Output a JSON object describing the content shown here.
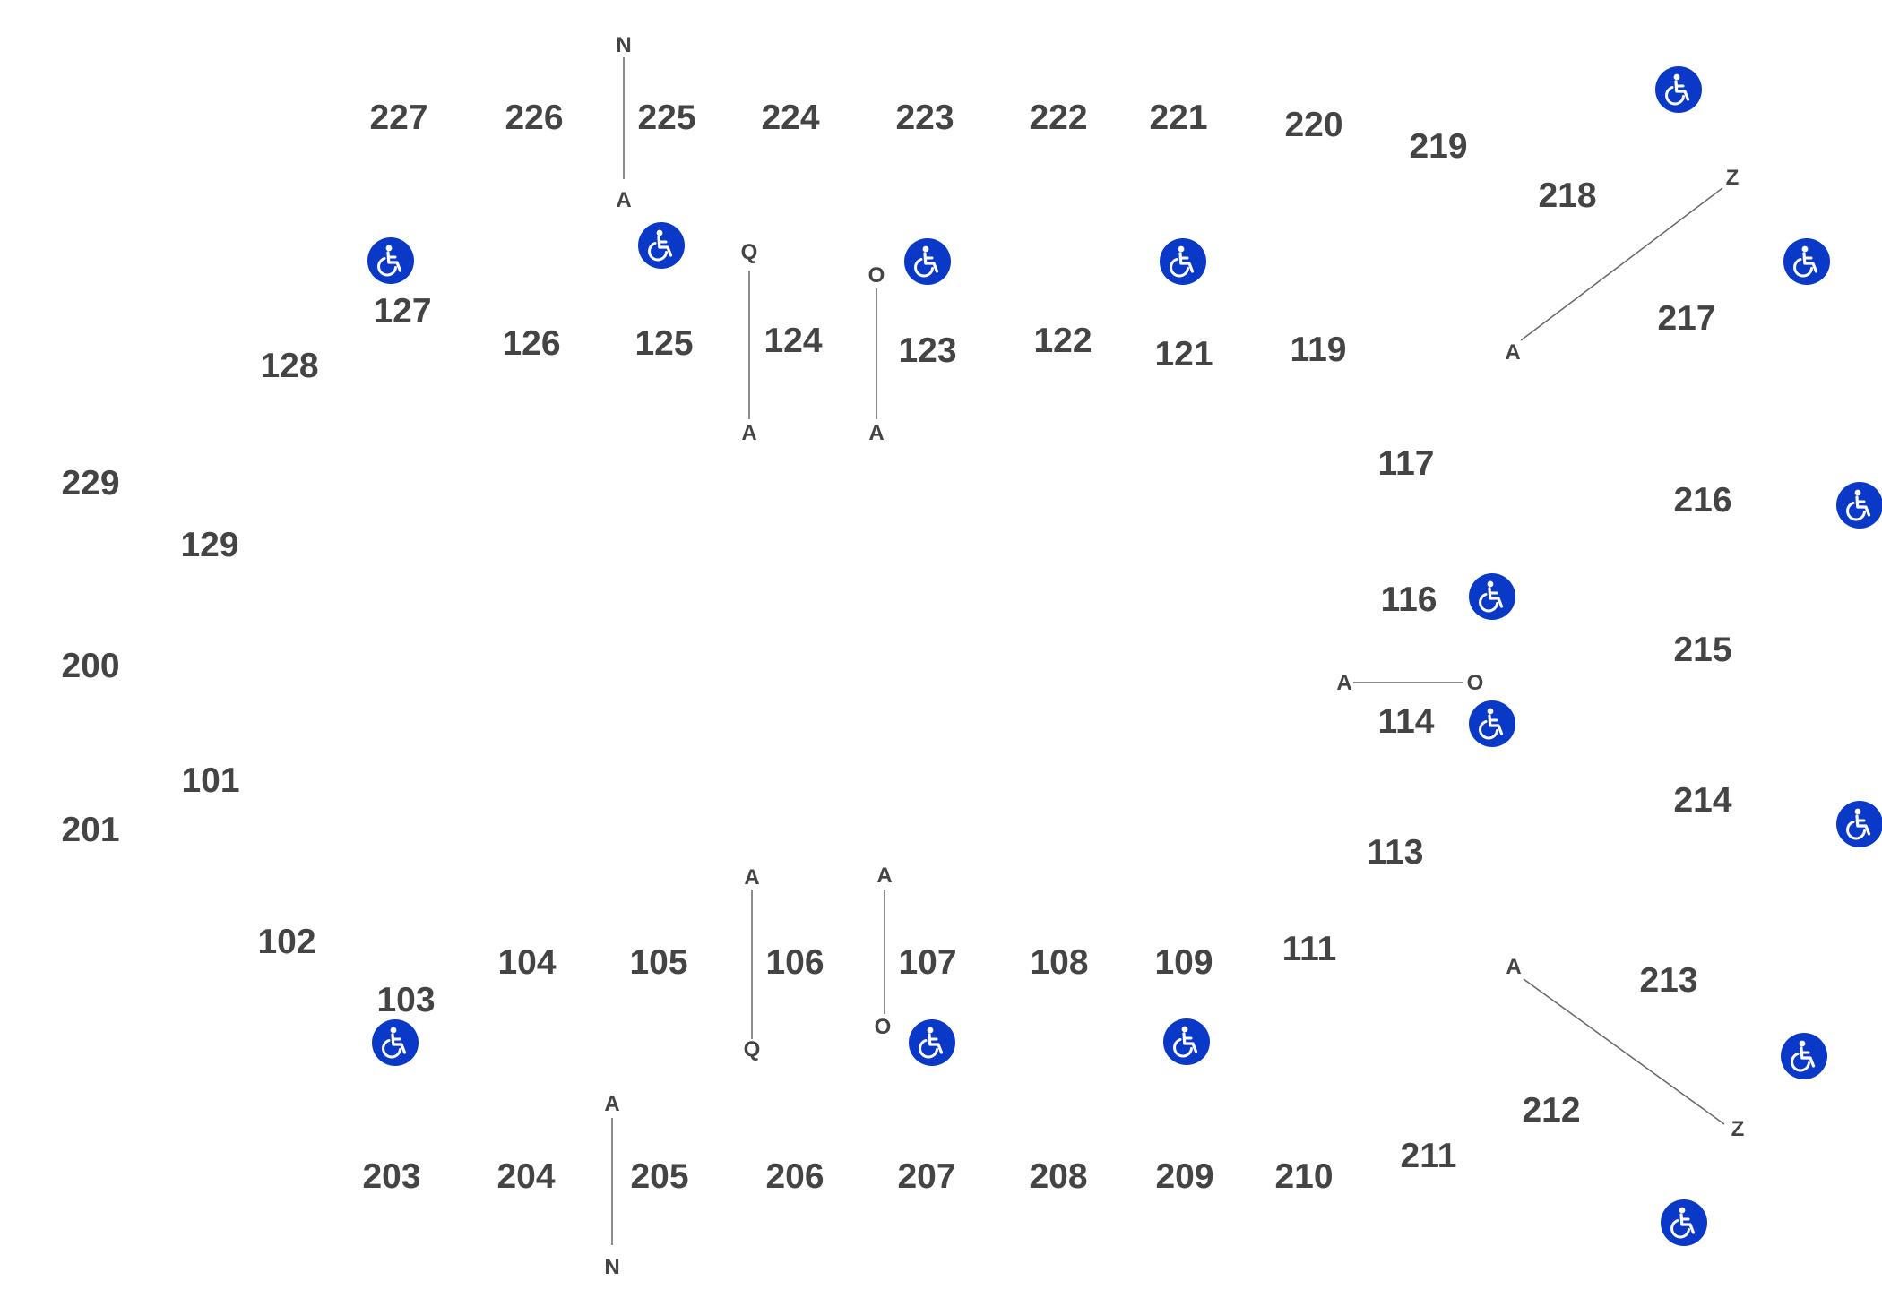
{
  "map": {
    "accessible_icon": "wheelchair-icon",
    "colors": {
      "text": "#444444",
      "accessible": "#0a39c8",
      "line": "#666666"
    },
    "sections": [
      {
        "id": "s227",
        "label": "227"
      },
      {
        "id": "s226",
        "label": "226"
      },
      {
        "id": "s225",
        "label": "225"
      },
      {
        "id": "s224",
        "label": "224"
      },
      {
        "id": "s223",
        "label": "223"
      },
      {
        "id": "s222",
        "label": "222"
      },
      {
        "id": "s221",
        "label": "221"
      },
      {
        "id": "s220",
        "label": "220"
      },
      {
        "id": "s219",
        "label": "219"
      },
      {
        "id": "s218",
        "label": "218"
      },
      {
        "id": "s217",
        "label": "217"
      },
      {
        "id": "s216",
        "label": "216"
      },
      {
        "id": "s215",
        "label": "215"
      },
      {
        "id": "s214",
        "label": "214"
      },
      {
        "id": "s213",
        "label": "213"
      },
      {
        "id": "s212",
        "label": "212"
      },
      {
        "id": "s211",
        "label": "211"
      },
      {
        "id": "s210",
        "label": "210"
      },
      {
        "id": "s209",
        "label": "209"
      },
      {
        "id": "s208",
        "label": "208"
      },
      {
        "id": "s207",
        "label": "207"
      },
      {
        "id": "s206",
        "label": "206"
      },
      {
        "id": "s205",
        "label": "205"
      },
      {
        "id": "s204",
        "label": "204"
      },
      {
        "id": "s203",
        "label": "203"
      },
      {
        "id": "s201",
        "label": "201"
      },
      {
        "id": "s200",
        "label": "200"
      },
      {
        "id": "s229",
        "label": "229"
      },
      {
        "id": "s127",
        "label": "127"
      },
      {
        "id": "s126",
        "label": "126"
      },
      {
        "id": "s125",
        "label": "125"
      },
      {
        "id": "s124",
        "label": "124"
      },
      {
        "id": "s123",
        "label": "123"
      },
      {
        "id": "s122",
        "label": "122"
      },
      {
        "id": "s121",
        "label": "121"
      },
      {
        "id": "s119",
        "label": "119"
      },
      {
        "id": "s128",
        "label": "128"
      },
      {
        "id": "s117",
        "label": "117"
      },
      {
        "id": "s116",
        "label": "116"
      },
      {
        "id": "s114",
        "label": "114"
      },
      {
        "id": "s113",
        "label": "113"
      },
      {
        "id": "s111",
        "label": "111"
      },
      {
        "id": "s129",
        "label": "129"
      },
      {
        "id": "s101",
        "label": "101"
      },
      {
        "id": "s102",
        "label": "102"
      },
      {
        "id": "s103",
        "label": "103"
      },
      {
        "id": "s104",
        "label": "104"
      },
      {
        "id": "s105",
        "label": "105"
      },
      {
        "id": "s106",
        "label": "106"
      },
      {
        "id": "s107",
        "label": "107"
      },
      {
        "id": "s108",
        "label": "108"
      },
      {
        "id": "s109",
        "label": "109"
      }
    ],
    "row_labels": [
      {
        "id": "r1",
        "label": "N"
      },
      {
        "id": "r2",
        "label": "A"
      },
      {
        "id": "r3",
        "label": "Q"
      },
      {
        "id": "r4",
        "label": "A"
      },
      {
        "id": "r5",
        "label": "O"
      },
      {
        "id": "r6",
        "label": "A"
      },
      {
        "id": "r7",
        "label": "Z"
      },
      {
        "id": "r8",
        "label": "A"
      },
      {
        "id": "r9",
        "label": "A"
      },
      {
        "id": "r10",
        "label": "O"
      },
      {
        "id": "r11",
        "label": "A"
      },
      {
        "id": "r12",
        "label": "Q"
      },
      {
        "id": "r13",
        "label": "A"
      },
      {
        "id": "r14",
        "label": "O"
      },
      {
        "id": "r15",
        "label": "A"
      },
      {
        "id": "r16",
        "label": "N"
      },
      {
        "id": "r17",
        "label": "A"
      },
      {
        "id": "r18",
        "label": "Z"
      }
    ]
  }
}
